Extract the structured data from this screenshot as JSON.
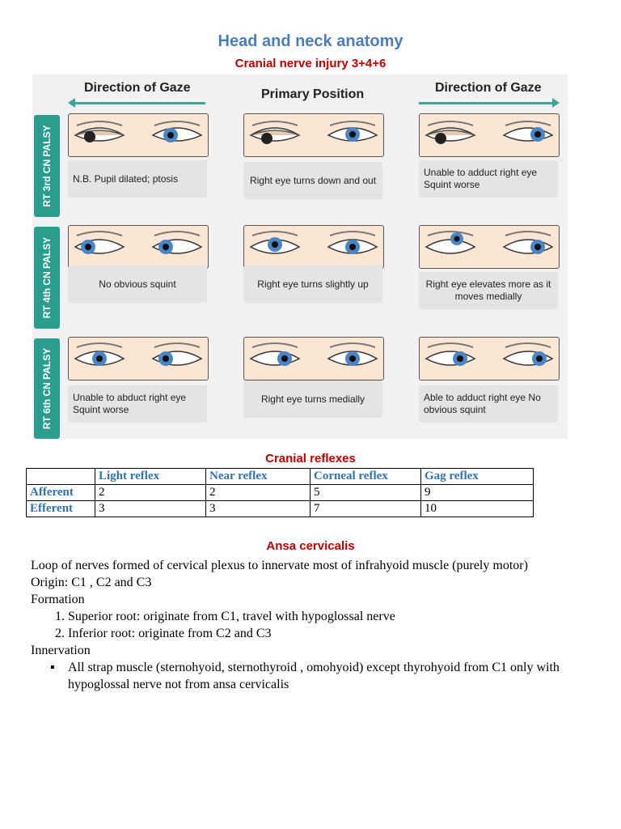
{
  "title": "Head and neck anatomy",
  "subtitle": "Cranial nerve injury 3+4+6",
  "figure": {
    "headers": [
      "Direction of Gaze",
      "Primary Position",
      "Direction of Gaze"
    ],
    "rows": [
      {
        "label": "RT 3rd CN PALSY",
        "notes": [
          "N.B. Pupil dilated; ptosis",
          "Right eye turns down and out",
          "Unable to adduct right eye Squint worse"
        ]
      },
      {
        "label": "RT 4th CN PALSY",
        "notes": [
          "No obvious squint",
          "Right eye turns slightly up",
          "Right eye elevates more as it moves medially"
        ]
      },
      {
        "label": "RT 6th CN PALSY",
        "notes": [
          "Unable to abduct right eye Squint worse",
          "Right eye turns medially",
          "Able to adduct right eye No obvious squint"
        ]
      }
    ]
  },
  "reflexes": {
    "heading": "Cranial reflexes",
    "columns": [
      "",
      "Light reflex",
      "Near reflex",
      "Corneal reflex",
      "Gag reflex"
    ],
    "rows": [
      {
        "label": "Afferent",
        "values": [
          "2",
          "2",
          "5",
          "9"
        ]
      },
      {
        "label": "Efferent",
        "values": [
          "3",
          "3",
          "7",
          "10"
        ]
      }
    ]
  },
  "ansa": {
    "heading": "Ansa cervicalis",
    "lines": [
      "Loop of nerves formed of cervical plexus to innervate most of infrahyoid muscle (purely motor)",
      "Origin: C1 , C2 and C3",
      "Formation"
    ],
    "formation": [
      "Superior root: originate from C1, travel with hypoglossal nerve",
      "Inferior root: originate from C2 and C3"
    ],
    "innervation_heading": "Innervation",
    "innervation": [
      "All strap muscle (sternohyoid, sternothyroid , omohyoid) except thyrohyoid from C1 only with hypoglossal nerve not from ansa cervicalis"
    ]
  },
  "colors": {
    "title": "#4a7ebb",
    "heading": "#c00000",
    "label_band": "#2a9d8f",
    "table_header": "#2e74b5"
  }
}
